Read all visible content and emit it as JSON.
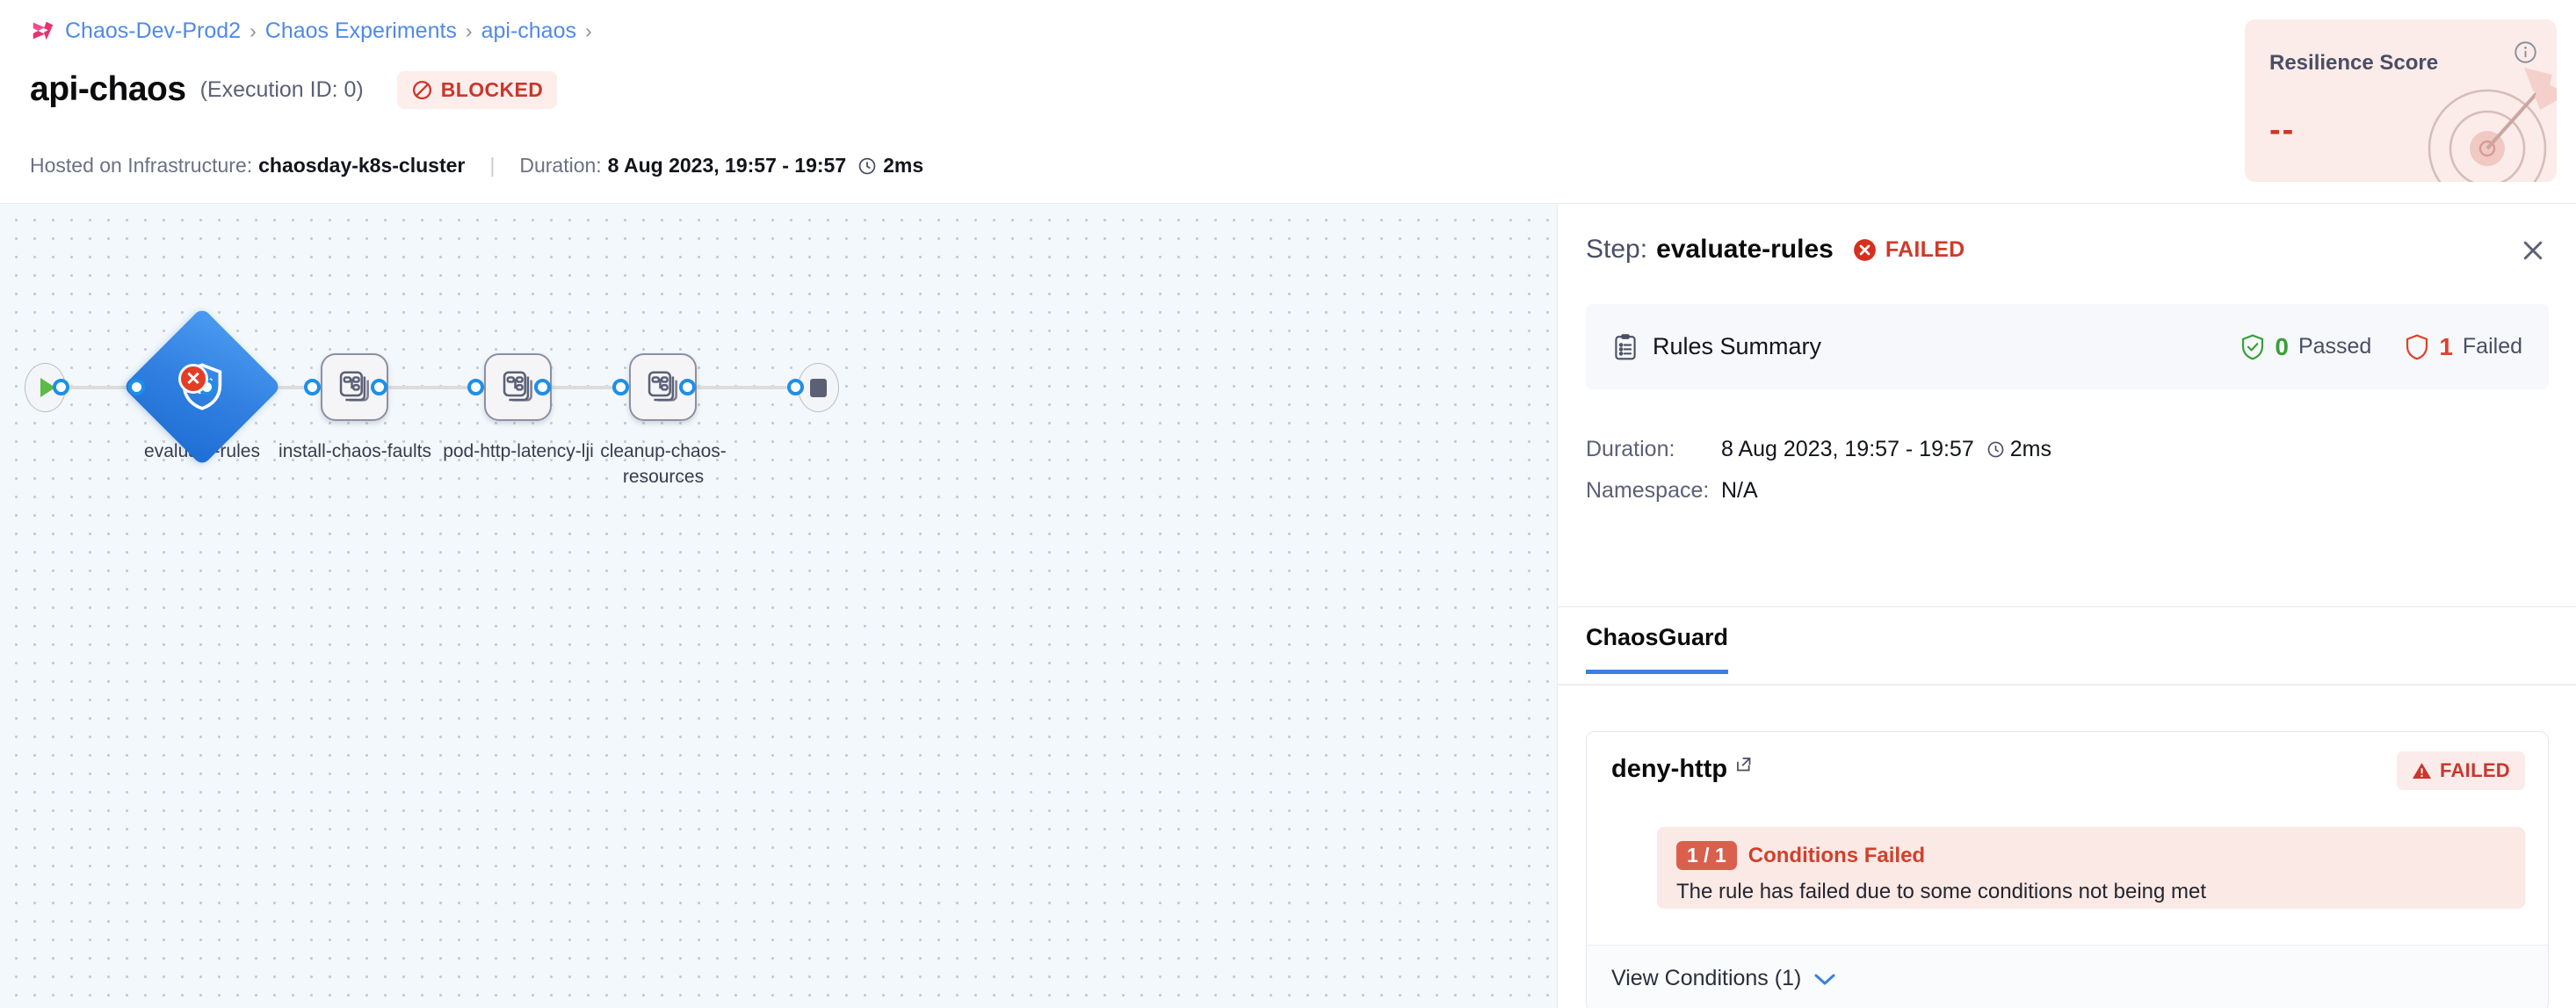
{
  "breadcrumb": {
    "logo_icon": "harness-logo-icon",
    "items": [
      "Chaos-Dev-Prod2",
      "Chaos Experiments",
      "api-chaos"
    ],
    "separator": "›",
    "trailing_separator": "›"
  },
  "header": {
    "title": "api-chaos",
    "execution_id": "(Execution ID: 0)",
    "status_badge": {
      "label": "BLOCKED",
      "icon": "blocked-circle-icon",
      "color": "#c9372c",
      "bg": "#fdeeeb"
    },
    "infra_label": "Hosted on Infrastructure:",
    "infra_value": "chaosday-k8s-cluster",
    "duration_label": "Duration:",
    "duration_value": "8 Aug 2023, 19:57 - 19:57",
    "duration_elapsed": "2ms",
    "clock_icon": "clock-icon"
  },
  "resilience": {
    "title": "Resilience Score",
    "value": "--",
    "info_icon": "info-circle-icon",
    "art_icon": "target-dart-icon",
    "bg": "#fbece9",
    "value_color": "#c9372c"
  },
  "pipeline": {
    "start_icon": "play-icon",
    "end_icon": "stop-icon",
    "nodes": [
      {
        "label": "evaluate-rules",
        "type": "diamond",
        "icon": "shield-check-icon",
        "status": "failed",
        "status_icon": "error-x-icon"
      },
      {
        "label": "install-chaos-faults",
        "type": "task",
        "icon": "chaos-fault-icon"
      },
      {
        "label": "pod-http-latency-lji",
        "type": "task",
        "icon": "chaos-fault-icon"
      },
      {
        "label": "cleanup-chaos-resources",
        "type": "task",
        "icon": "chaos-fault-icon"
      }
    ]
  },
  "panel": {
    "step_prefix": "Step:",
    "step_name": "evaluate-rules",
    "step_status": "FAILED",
    "step_status_icon": "error-x-icon",
    "close_icon": "close-icon",
    "summary": {
      "icon": "clipboard-icon",
      "title": "Rules Summary",
      "passed_count": "0",
      "passed_label": "Passed",
      "passed_icon": "shield-check-icon",
      "failed_count": "1",
      "failed_label": "Failed",
      "failed_icon": "shield-outline-icon"
    },
    "details": {
      "duration_key": "Duration:",
      "duration_value": "8 Aug 2023, 19:57 - 19:57",
      "duration_elapsed": "2ms",
      "clock_icon": "clock-icon",
      "namespace_key": "Namespace:",
      "namespace_value": "N/A"
    },
    "tabs": [
      {
        "label": "ChaosGuard",
        "active": true
      }
    ],
    "rule": {
      "name": "deny-http",
      "link_icon": "external-link-icon",
      "status": "FAILED",
      "status_icon": "warning-triangle-icon",
      "condition_badge": "1 / 1",
      "condition_title": "Conditions Failed",
      "condition_desc": "The rule has failed due to some conditions not being met",
      "view_conditions_label": "View Conditions (1)",
      "chevron_icon": "chevron-down-icon"
    }
  },
  "colors": {
    "accent_blue": "#3b7fe0",
    "node_blue": "#2f7ee0",
    "fail_red": "#d03a2a",
    "pass_green": "#3aa03a",
    "canvas_bg": "#f2f8fb"
  }
}
